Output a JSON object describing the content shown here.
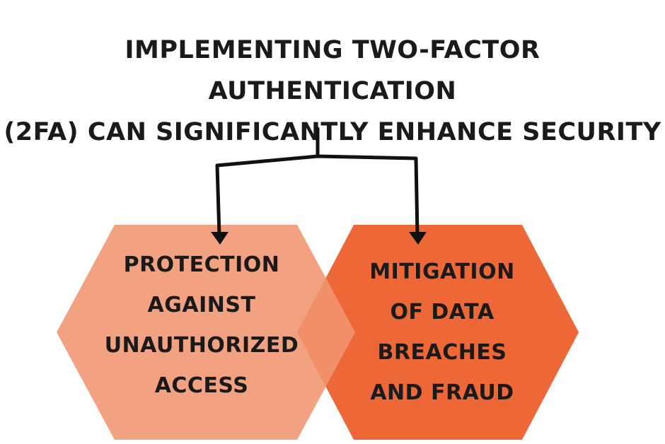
{
  "title": {
    "line1": "IMPLEMENTING TWO-FACTOR AUTHENTICATION",
    "line2": "(2FA) CAN SIGNIFICANTLY ENHANCE SECURITY"
  },
  "nodes": [
    {
      "id": "left",
      "lines": [
        "PROTECTION",
        "AGAINST",
        "UNAUTHORIZED",
        "ACCESS"
      ],
      "color": "#F19570"
    },
    {
      "id": "right",
      "lines": [
        "MITIGATION",
        "OF DATA",
        "BREACHES",
        "AND FRAUD"
      ],
      "color": "#EE6837"
    }
  ],
  "colors": {
    "overlap": "#F07A4D",
    "connector": "#111111",
    "text": "#1a1a1a"
  }
}
